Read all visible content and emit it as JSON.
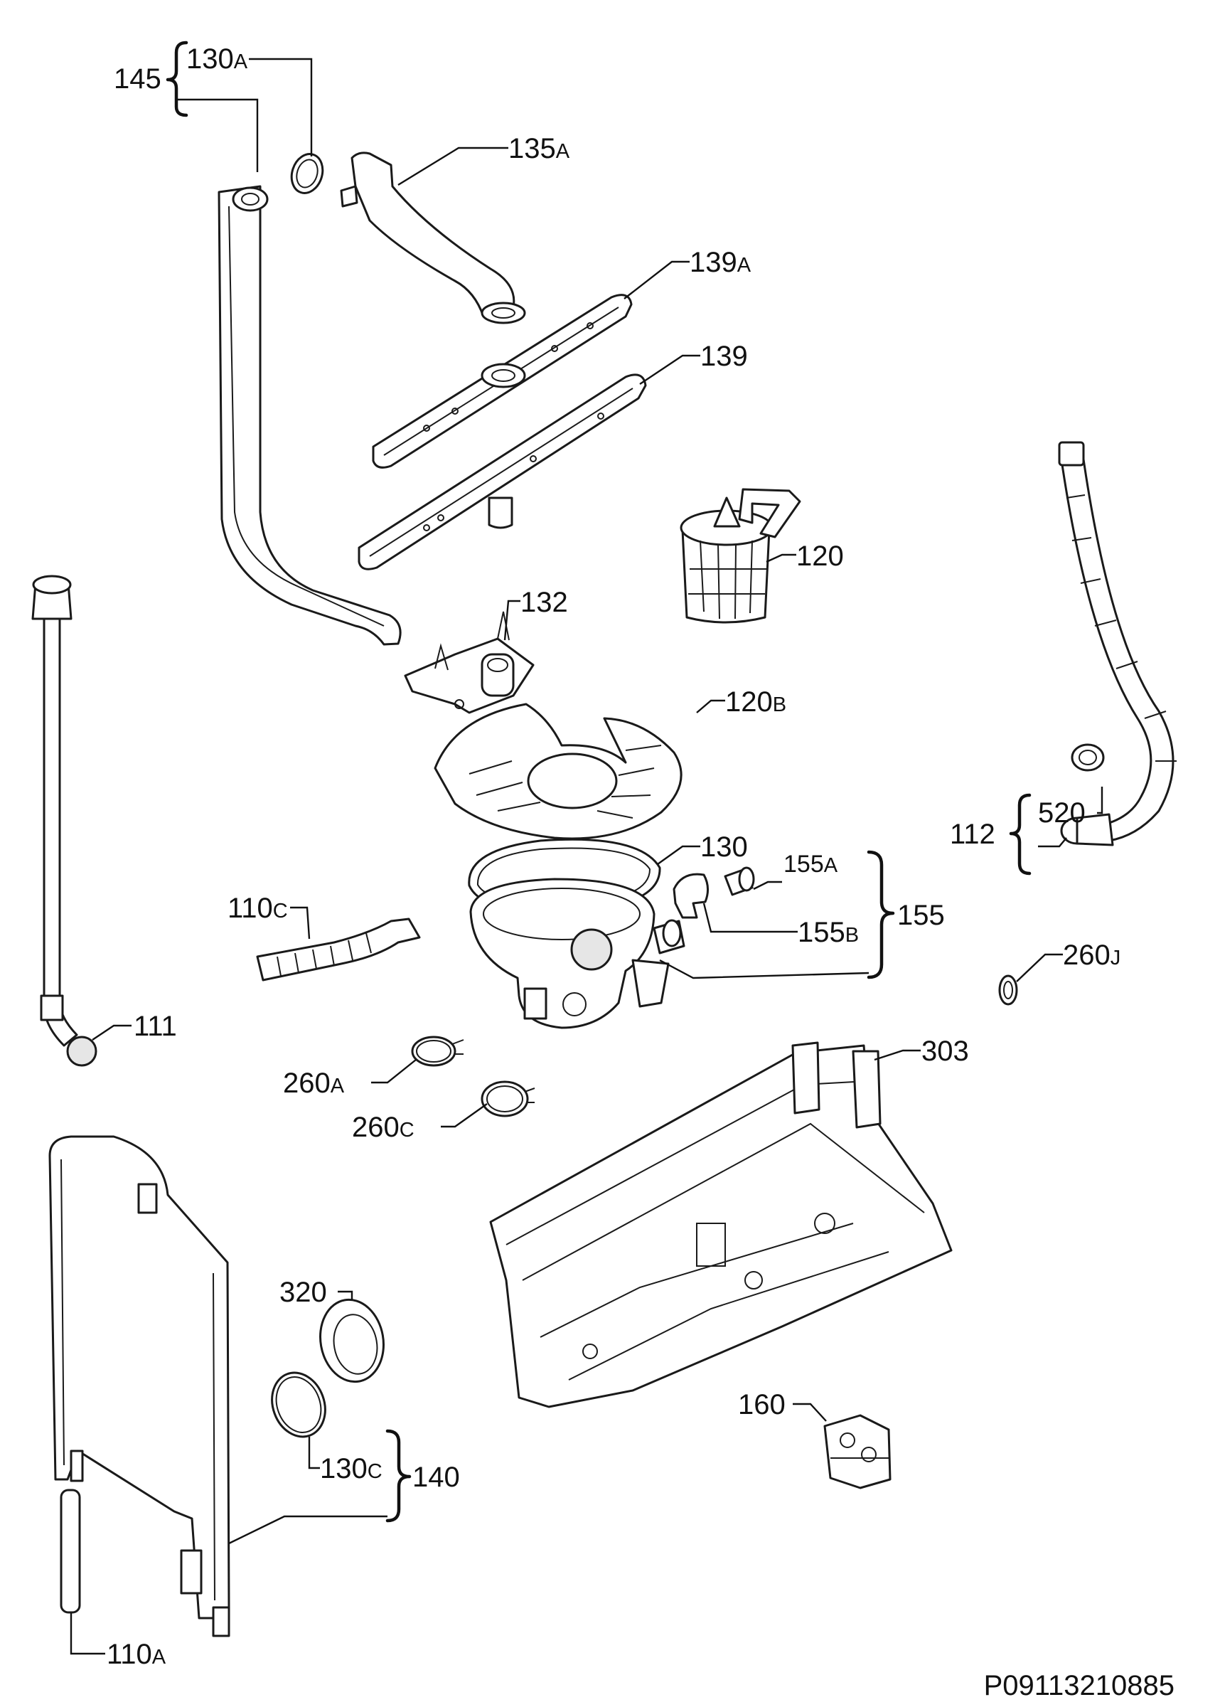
{
  "diagram_code": "P09113210885",
  "labels": {
    "p145": {
      "num": "145",
      "suf": ""
    },
    "p130a": {
      "num": "130",
      "suf": "A"
    },
    "p135a": {
      "num": "135",
      "suf": "A"
    },
    "p139a": {
      "num": "139",
      "suf": "A"
    },
    "p139": {
      "num": "139",
      "suf": ""
    },
    "p120": {
      "num": "120",
      "suf": ""
    },
    "p132": {
      "num": "132",
      "suf": ""
    },
    "p120b": {
      "num": "120",
      "suf": "B"
    },
    "p112": {
      "num": "112",
      "suf": ""
    },
    "p520": {
      "num": "520",
      "suf": ""
    },
    "p130": {
      "num": "130",
      "suf": ""
    },
    "p155a": {
      "num": "155",
      "suf": "A"
    },
    "p155": {
      "num": "155",
      "suf": ""
    },
    "p155b": {
      "num": "155",
      "suf": "B"
    },
    "p110c": {
      "num": "110",
      "suf": "C"
    },
    "p111": {
      "num": "111",
      "suf": ""
    },
    "p260j": {
      "num": "260",
      "suf": "J"
    },
    "p303": {
      "num": "303",
      "suf": ""
    },
    "p260a": {
      "num": "260",
      "suf": "A"
    },
    "p260c": {
      "num": "260",
      "suf": "C"
    },
    "p320": {
      "num": "320",
      "suf": ""
    },
    "p130c": {
      "num": "130",
      "suf": "C"
    },
    "p140": {
      "num": "140",
      "suf": ""
    },
    "p160": {
      "num": "160",
      "suf": ""
    },
    "p110a": {
      "num": "110",
      "suf": "A"
    }
  }
}
